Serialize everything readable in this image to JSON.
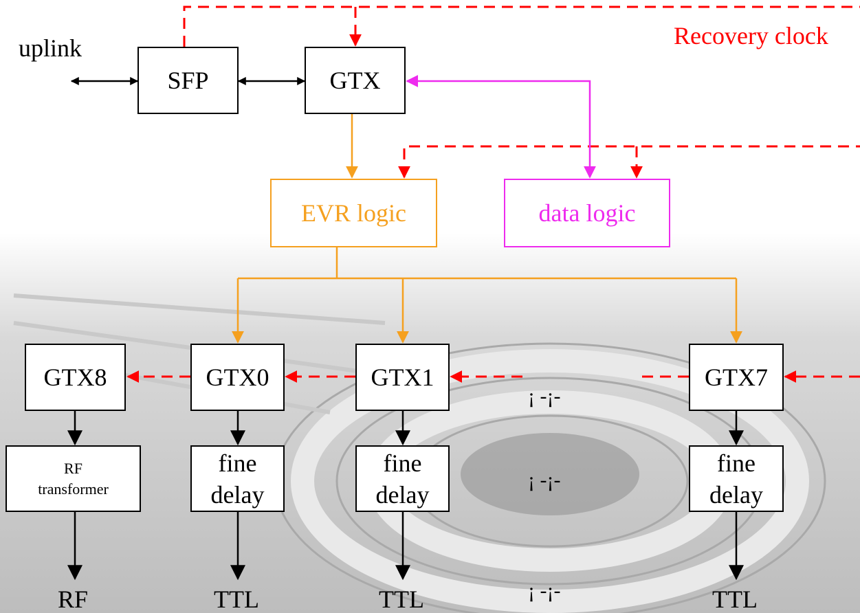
{
  "colors": {
    "black": "#000000",
    "red": "#ff0000",
    "orange": "#f5a01f",
    "magenta": "#ee2bee",
    "backdrop": "#b7b7b7"
  },
  "labels": {
    "uplink": "uplink",
    "recovery_clock": "Recovery clock",
    "sfp": "SFP",
    "gtx": "GTX",
    "evr_logic": "EVR logic",
    "data_logic": "data logic",
    "gtx8": "GTX8",
    "gtx0": "GTX0",
    "gtx1": "GTX1",
    "gtx7": "GTX7",
    "rf_transformer_line1": "RF",
    "rf_transformer_line2": "transformer",
    "fine": "fine",
    "delay": "delay",
    "rf_out": "RF",
    "ttl_out": "TTL",
    "ellipsis": "¡ -¡-"
  }
}
